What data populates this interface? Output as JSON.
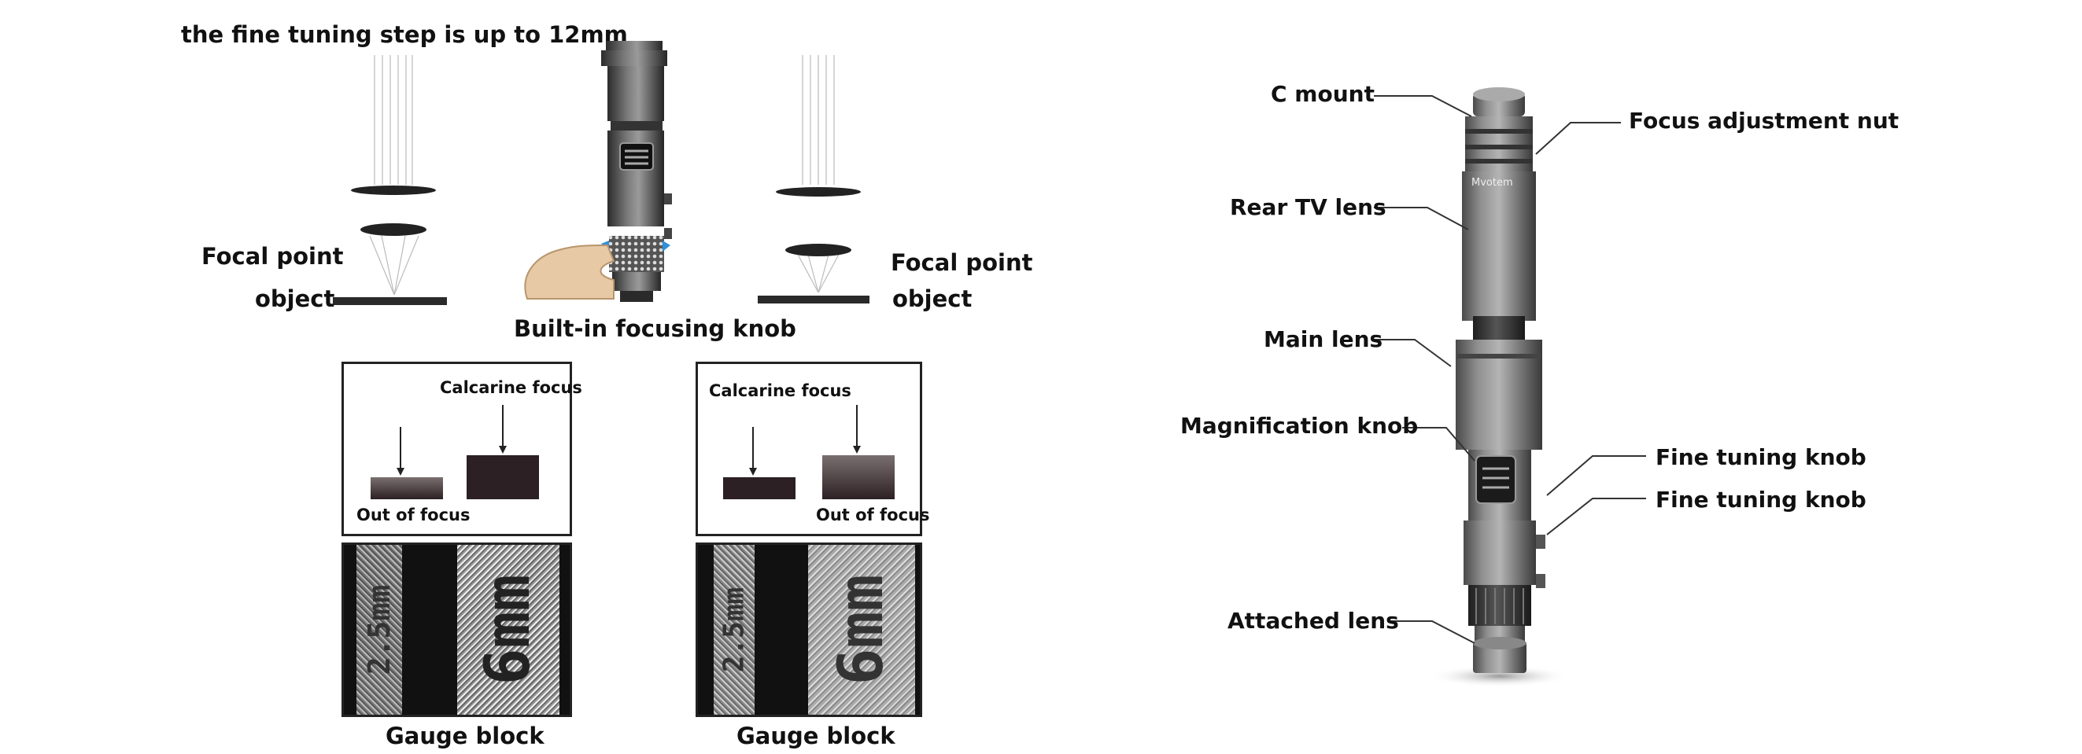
{
  "left_panel": {
    "heading": "the fine tuning step is up to 12mm",
    "left_focal": "Focal point",
    "left_object": "object",
    "right_focal": "Focal point",
    "right_object": "object",
    "knob_caption": "Built-in focusing knob",
    "diagram_left": {
      "top_label": "Calcarine focus",
      "bottom_label": "Out of focus"
    },
    "diagram_right": {
      "top_label": "Calcarine focus",
      "bottom_label": "Out of focus"
    },
    "gauge_left": {
      "caption": "Gauge block",
      "mark_small": "2.5mm",
      "mark_large": "6mm"
    },
    "gauge_right": {
      "caption": "Gauge block",
      "mark_small": "2.5mm",
      "mark_large": "6mm"
    }
  },
  "right_panel": {
    "lens_brand": "Mvotem",
    "labels": {
      "c_mount": "C mount",
      "focus_nut": "Focus adjustment nut",
      "rear_tv_lens": "Rear TV lens",
      "main_lens": "Main lens",
      "magnification_knob": "Magnification knob",
      "fine_tuning_1": "Fine tuning knob",
      "fine_tuning_2": "Fine tuning knob",
      "attached_lens": "Attached lens"
    }
  }
}
